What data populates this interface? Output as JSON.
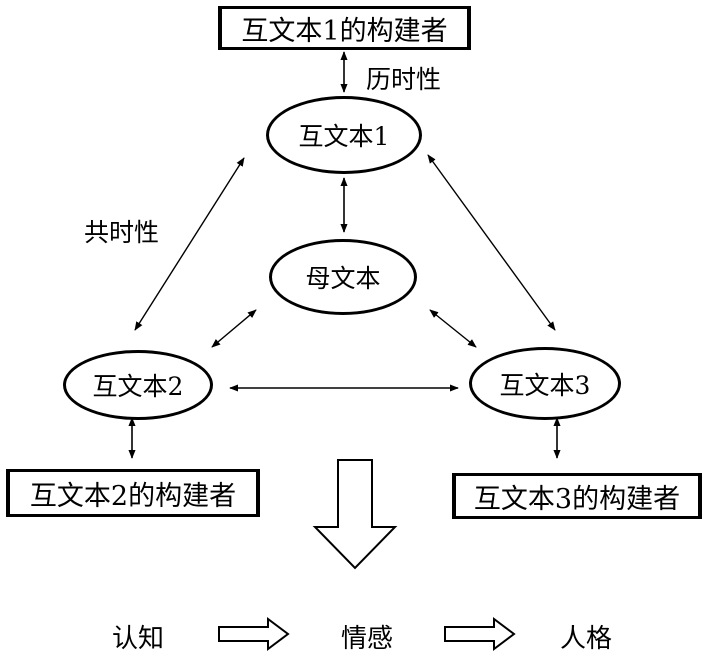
{
  "boxes": {
    "builder1": "互文本1的构建者",
    "builder2": "互文本2的构建者",
    "builder3": "互文本3的构建者"
  },
  "nodes": {
    "intertext1": "互文本1",
    "intertext2": "互文本2",
    "intertext3": "互文本3",
    "mother": "母文本"
  },
  "labels": {
    "diachronic": "历时性",
    "synchronic": "共时性"
  },
  "flow": {
    "cognition": "认知",
    "emotion": "情感",
    "personality": "人格"
  }
}
